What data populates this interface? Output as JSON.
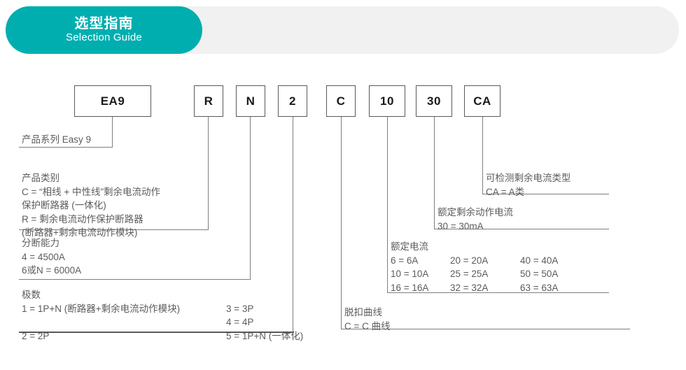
{
  "header": {
    "title_cn": "选型指南",
    "title_en": "Selection Guide"
  },
  "code_boxes": [
    {
      "name": "series",
      "value": "EA9"
    },
    {
      "name": "product-type",
      "value": "R"
    },
    {
      "name": "breaking-capacity",
      "value": "N"
    },
    {
      "name": "poles",
      "value": "2"
    },
    {
      "name": "trip-curve",
      "value": "C"
    },
    {
      "name": "rated-current",
      "value": "10"
    },
    {
      "name": "residual-current",
      "value": "30"
    },
    {
      "name": "residual-type",
      "value": "CA"
    }
  ],
  "notes": {
    "series": {
      "lines": [
        "产品系列 Easy 9"
      ]
    },
    "product_type": {
      "lines": [
        "产品类别",
        "C =  “相线 + 中性线”剩余电流动作",
        "保护断路器 (一体化)",
        "R = 剩余电流动作保护断路器",
        "(断路器+剩余电流动作模块)"
      ]
    },
    "breaking_capacity": {
      "lines": [
        "分断能力",
        "4 = 4500A",
        "6或N = 6000A"
      ]
    },
    "poles": {
      "header": "极数",
      "rows": [
        {
          "left": "1 = 1P+N (断路器+剩余电流动作模块)",
          "right": "3 = 3P"
        },
        {
          "left": "",
          "right": "4 = 4P"
        },
        {
          "left": "2 = 2P",
          "right": "5 = 1P+N (一体化)"
        }
      ]
    },
    "trip_curve": {
      "lines": [
        "脱扣曲线",
        "C = C 曲线"
      ]
    },
    "rated_current": {
      "header": "额定电流",
      "rows": [
        [
          "6 = 6A",
          "20 = 20A",
          "40 = 40A"
        ],
        [
          "10 = 10A",
          "25 = 25A",
          "50 = 50A"
        ],
        [
          "16 = 16A",
          "32 = 32A",
          "63 = 63A"
        ]
      ]
    },
    "residual_current": {
      "lines": [
        "额定剩余动作电流",
        "30 = 30mA"
      ]
    },
    "residual_type": {
      "lines": [
        "可检测剩余电流类型",
        "CA = A类"
      ]
    }
  },
  "colors": {
    "accent": "#00aeb0",
    "header_bg": "#f1f1f1",
    "line": "#7d7e80",
    "box_border": "#58595b",
    "text": "#5b5c5e"
  }
}
